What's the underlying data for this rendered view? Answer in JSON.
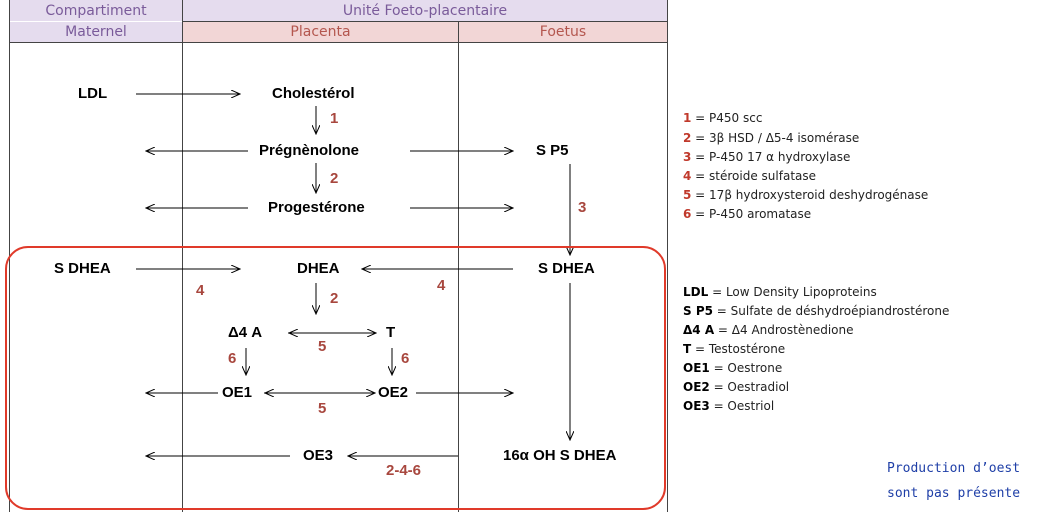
{
  "table": {
    "col1_header": "Compartiment",
    "col1_header2": "Maternel",
    "unit_header": "Unité Foeto-placentaire",
    "placenta_header": "Placenta",
    "foetus_header": "Foetus"
  },
  "nodes": {
    "ldl": "LDL",
    "cholesterol": "Cholestérol",
    "pregnenolone": "Prégnènolone",
    "sp5": "S P5",
    "progesterone": "Progestérone",
    "sdhea_mat": "S DHEA",
    "dhea": "DHEA",
    "sdhea_foetus": "S DHEA",
    "a4a": "Δ4 A",
    "t": "T",
    "oe1": "OE1",
    "oe2": "OE2",
    "oe3": "OE3",
    "oh16": "16α OH S DHEA"
  },
  "steps": {
    "s1": "1",
    "s2a": "2",
    "s3": "3",
    "s4a": "4",
    "s4b": "4",
    "s2b": "2",
    "s5a": "5",
    "s6a": "6",
    "s6b": "6",
    "s5b": "5",
    "s246": "2-4-6"
  },
  "legend": {
    "enzymes": [
      {
        "key": "1",
        "text": " = P450 scc"
      },
      {
        "key": "2",
        "text": " = 3β HSD / Δ5-4 isomérase"
      },
      {
        "key": "3",
        "text": " = P-450 17 α hydroxylase"
      },
      {
        "key": "4",
        "text": " = stéroide sulfatase"
      },
      {
        "key": "5",
        "text": " = 17β hydroxysteroid deshydrogénase"
      },
      {
        "key": "6",
        "text": " = P-450 aromatase"
      }
    ],
    "abbreviations": [
      {
        "key": "LDL",
        "text": " = Low Density Lipoproteins"
      },
      {
        "key": "S P5",
        "text": " = Sulfate de déshydroépiandrostérone"
      },
      {
        "key": "Δ4 A",
        "text": " = Δ4 Androstènedione"
      },
      {
        "key": "T",
        "text": " = Testostérone"
      },
      {
        "key": "OE1",
        "text": " = Oestrone"
      },
      {
        "key": "OE2",
        "text": " = Oestradiol"
      },
      {
        "key": "OE3",
        "text": " = Oestriol"
      }
    ]
  },
  "caption": {
    "line1": "Production d’oest",
    "line2": "sont pas présente"
  },
  "colors": {
    "step_number": "#a8473e",
    "legend_number": "#c0392b",
    "highlight_box": "#e03a2a",
    "caption": "#1f3fa7"
  }
}
